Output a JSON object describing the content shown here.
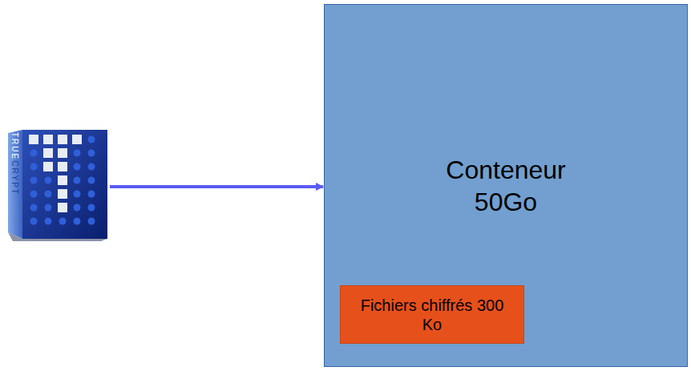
{
  "diagram": {
    "nodes": [
      {
        "text": [
          "TRUE",
          "CRYPT"
        ]
      },
      {
        "text": [
          "Conteneur 50Go"
        ]
      },
      {
        "text": [
          "Fichiers chiffrés 300 Ko"
        ],
        "in": 1
      }
    ],
    "edges": [
      {
        "from": 0,
        "to": 1,
        "arrow": "to"
      }
    ]
  }
}
